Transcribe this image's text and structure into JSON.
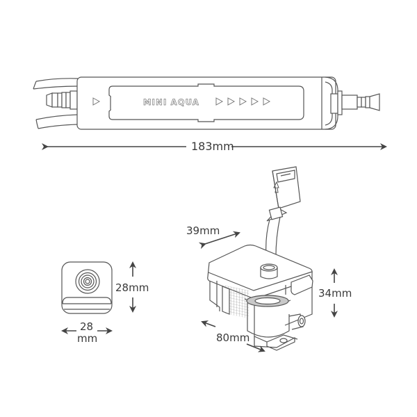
{
  "diagram": {
    "product_name": "MINI AQUA",
    "flow_indicator_left": "▷",
    "flow_indicator_right": "▷▷▷▷▷",
    "colors": {
      "line": "#555555",
      "text": "#3a3a3a",
      "arrow": "#444444",
      "filter_mesh": "#999999",
      "ring_fill": "#c8c8c8",
      "background": "#ffffff"
    },
    "views": [
      {
        "id": "side-view",
        "dimension_label": "183mm",
        "dimension_axis": "length"
      },
      {
        "id": "end-view",
        "dimension_labels": {
          "height": "28mm",
          "width_line1": "28",
          "width_line2": "mm"
        }
      },
      {
        "id": "reservoir-isometric",
        "dimension_labels": {
          "depth": "39mm",
          "height": "34mm",
          "length": "80mm"
        }
      }
    ]
  }
}
